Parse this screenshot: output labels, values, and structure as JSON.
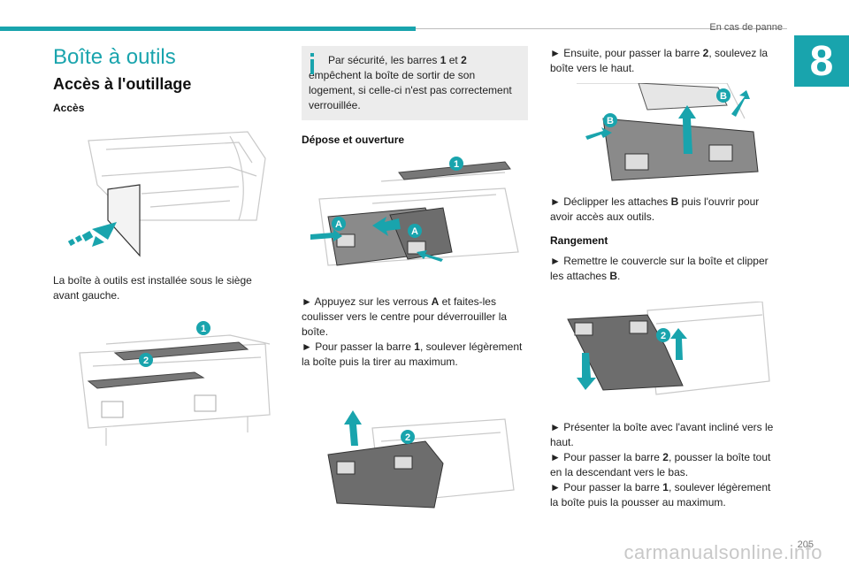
{
  "header": {
    "running_title": "En cas de panne",
    "chapter_number": "8"
  },
  "col1": {
    "section_title": "Boîte à outils",
    "subsection_title": "Accès à l'outillage",
    "heading_acces": "Accès",
    "para1": "La boîte à outils est installée sous le siège avant gauche."
  },
  "col2": {
    "info_pre": "Par sécurité, les barres ",
    "info_b1": "1",
    "info_mid": " et ",
    "info_b2": "2",
    "info_post": " empêchent la boîte de sortir de son logement, si celle-ci n'est pas correctement verrouillée.",
    "heading_depose": "Dépose et ouverture",
    "step1_pre": "► Appuyez sur les verrous ",
    "step1_b": "A",
    "step1_post": " et faites-les coulisser vers le centre pour déverrouiller la boîte.",
    "step2_pre": "► Pour passer la barre ",
    "step2_b": "1",
    "step2_post": ", soulever légèrement la boîte puis la tirer au maximum."
  },
  "col3": {
    "step3_pre": "► Ensuite, pour passer la barre ",
    "step3_b": "2",
    "step3_post": ", soulevez la boîte vers le haut.",
    "step4_pre": "► Déclipper les attaches ",
    "step4_b": "B",
    "step4_post": " puis l'ouvrir pour avoir accès aux outils.",
    "heading_rangement": "Rangement",
    "step5_pre": "► Remettre le couvercle sur la boîte et clipper les attaches ",
    "step5_b": "B",
    "step5_post": ".",
    "step6": "► Présenter la boîte avec l'avant incliné vers le haut.",
    "step7_pre": "► Pour passer la barre ",
    "step7_b": "2",
    "step7_post": ", pousser la boîte tout en la descendant vers le bas.",
    "step8_pre": "► Pour passer la barre ",
    "step8_b": "1",
    "step8_post": ", soulever légèrement la boîte puis la pousser au maximum."
  },
  "figure_labels": {
    "bar1": "1",
    "bar2": "2",
    "lockA": "A",
    "clipB": "B"
  },
  "footer": {
    "page_number": "205",
    "watermark": "carmanualsonline.info"
  },
  "colors": {
    "accent": "#19a4ad",
    "info_bg": "#ececec"
  }
}
